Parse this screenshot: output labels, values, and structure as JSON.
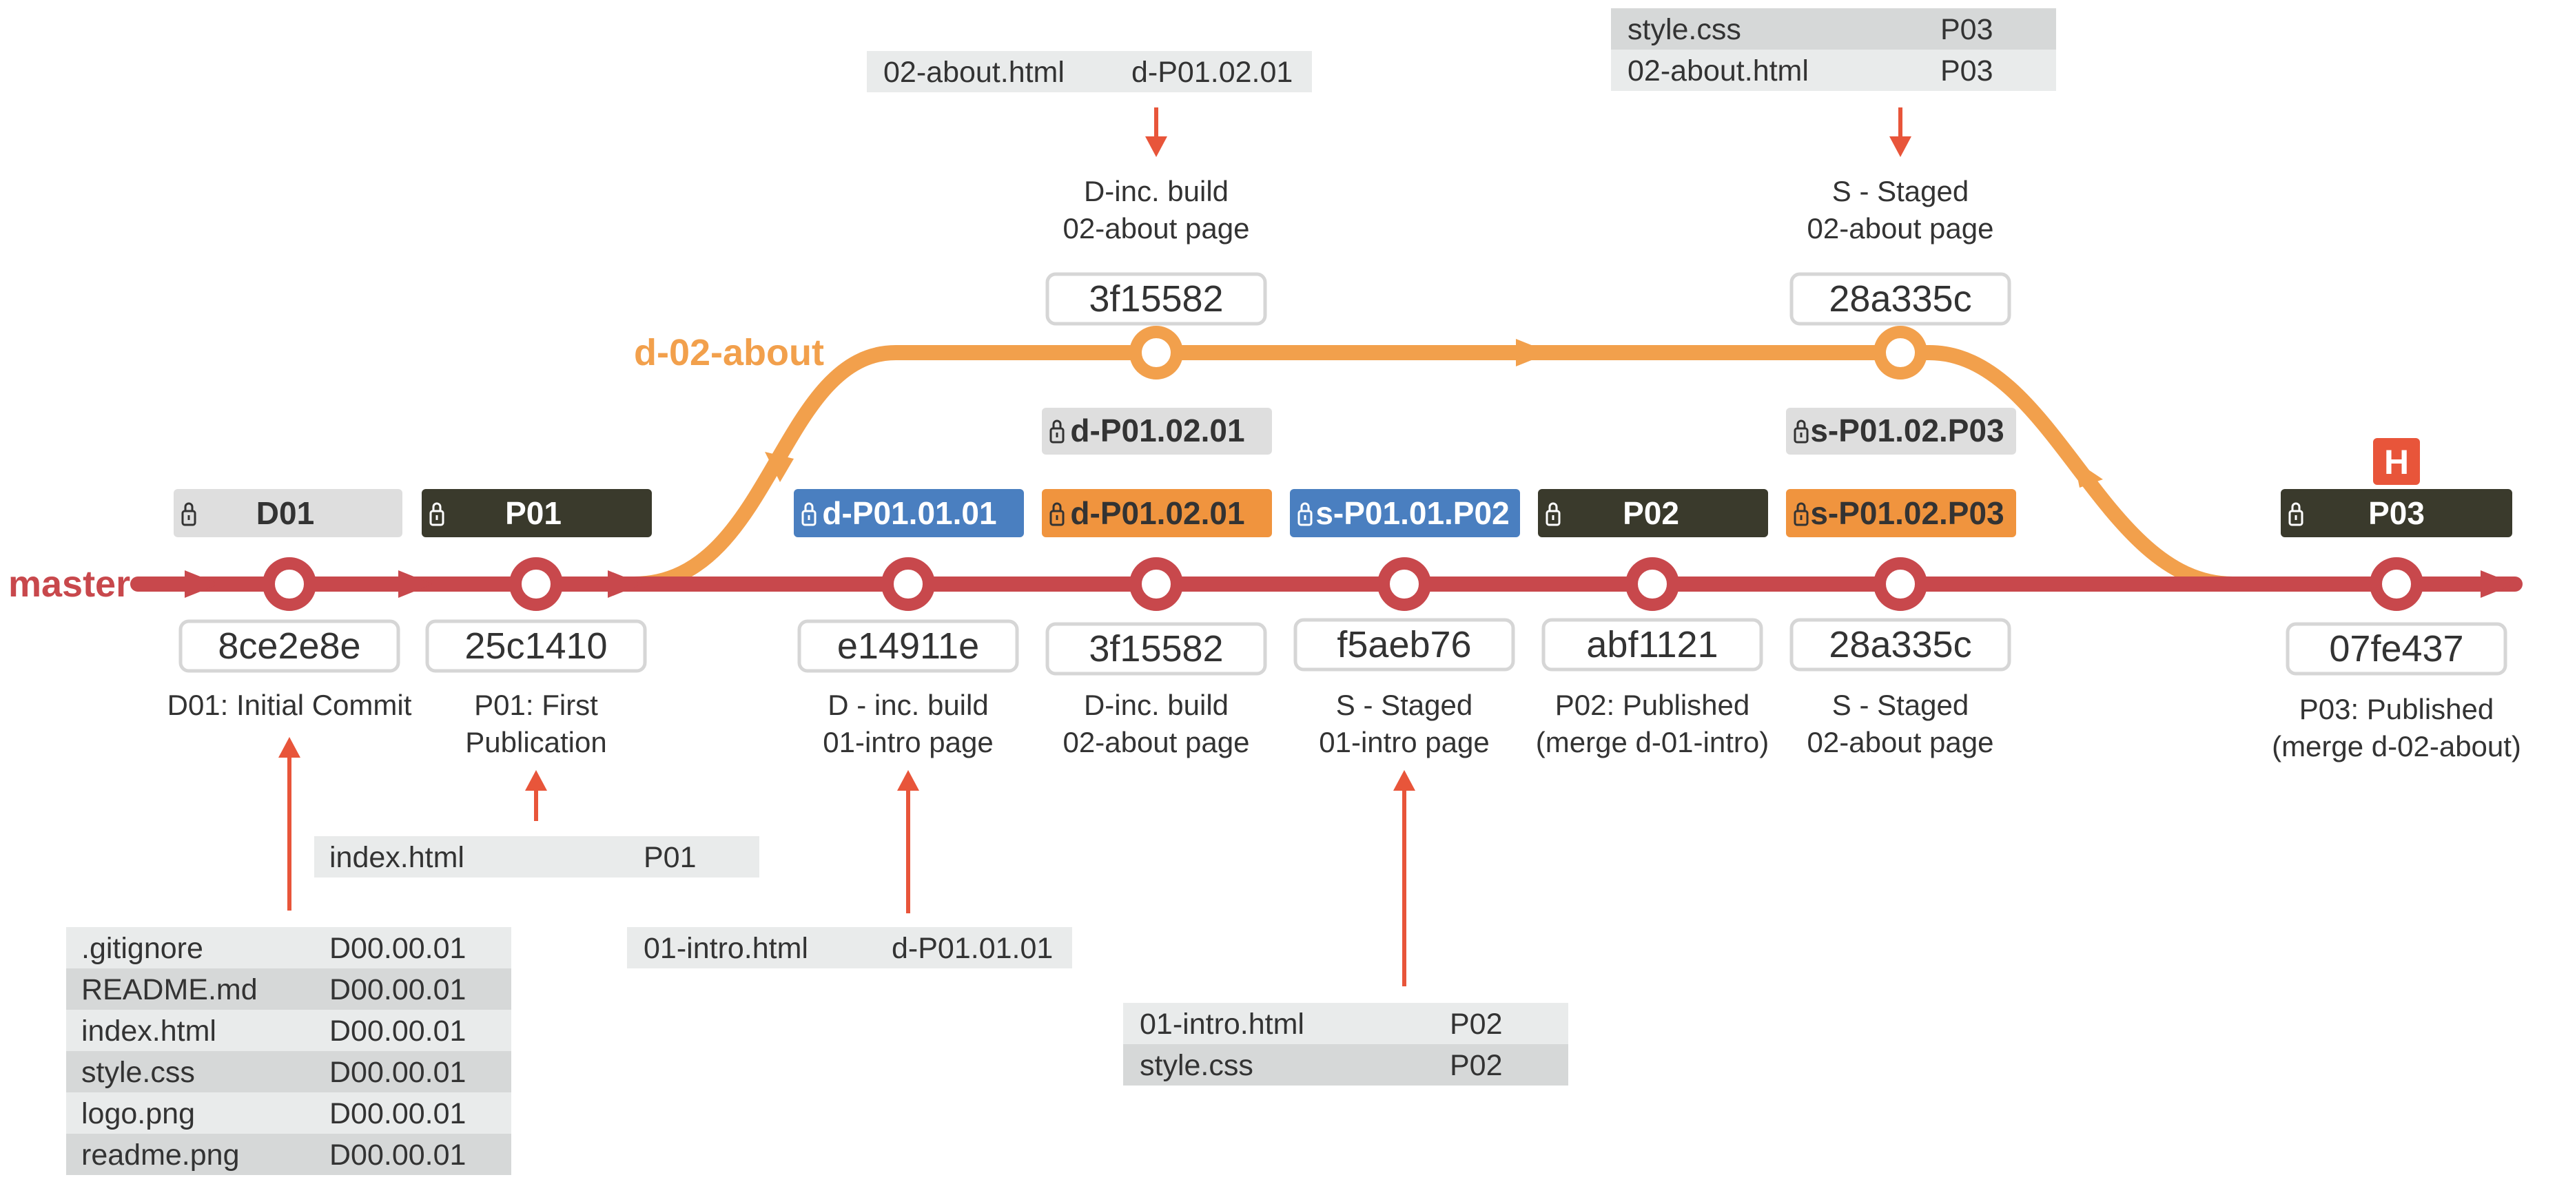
{
  "colors": {
    "master": "#c8484c",
    "branch": "#f2a04c",
    "arrow": "#e8553a",
    "tag_gray": "#dedede",
    "tag_dark": "#3a3a2c",
    "tag_blue": "#4a7fc0",
    "tag_orange": "#f0943e",
    "table_light": "#e9ebeb",
    "table_dark": "#d6d8d8"
  },
  "branches": {
    "master": "master",
    "feature": "d-02-about"
  },
  "commits": [
    {
      "hash": "8ce2e8e",
      "caption": [
        "D01: Initial Commit"
      ]
    },
    {
      "hash": "25c1410",
      "caption": [
        "P01: First",
        "Publication"
      ]
    },
    {
      "hash": "e14911e",
      "caption": [
        "D - inc. build",
        "01-intro page"
      ]
    },
    {
      "hash": "3f15582",
      "caption": [
        "D-inc. build",
        "02-about page"
      ]
    },
    {
      "hash": "f5aeb76",
      "caption": [
        "S - Staged",
        "01-intro page"
      ]
    },
    {
      "hash": "abf1121",
      "caption": [
        "P02: Published",
        "(merge d-01-intro)"
      ]
    },
    {
      "hash": "28a335c",
      "caption": [
        "S - Staged",
        "02-about page"
      ]
    },
    {
      "hash": "07fe437",
      "caption": [
        "P03: Published",
        "(merge d-02-about)"
      ]
    }
  ],
  "branch_commits": [
    {
      "hash": "3f15582",
      "caption": [
        "D-inc. build",
        "02-about page"
      ]
    },
    {
      "hash": "28a335c",
      "caption": [
        "S - Staged",
        "02-about page"
      ]
    }
  ],
  "tags": [
    {
      "label": "D01",
      "style": "gray",
      "icon": "lock-icon"
    },
    {
      "label": "P01",
      "style": "dark",
      "icon": "lock-icon"
    },
    {
      "label": "d-P01.01.01",
      "style": "blue",
      "icon": "lock-icon"
    },
    {
      "label": "d-P01.02.01",
      "style": "orange",
      "icon": "lock-icon"
    },
    {
      "label": "s-P01.01.P02",
      "style": "blue",
      "icon": "lock-icon"
    },
    {
      "label": "P02",
      "style": "dark",
      "icon": "lock-icon"
    },
    {
      "label": "s-P01.02.P03",
      "style": "orange",
      "icon": "lock-icon"
    },
    {
      "label": "P03",
      "style": "dark",
      "icon": "lock-icon"
    },
    {
      "label": "d-P01.02.01",
      "style": "gray",
      "icon": "lock-icon"
    },
    {
      "label": "s-P01.02.P03",
      "style": "gray",
      "icon": "lock-icon"
    }
  ],
  "head_marker": {
    "label": "H",
    "icon": "head-marker-icon"
  },
  "file_tables": [
    {
      "rows": [
        [
          ".gitignore",
          "D00.00.01"
        ],
        [
          "README.md",
          "D00.00.01"
        ],
        [
          "index.html",
          "D00.00.01"
        ],
        [
          "style.css",
          "D00.00.01"
        ],
        [
          "logo.png",
          "D00.00.01"
        ],
        [
          "readme.png",
          "D00.00.01"
        ]
      ]
    },
    {
      "rows": [
        [
          "index.html",
          "P01"
        ]
      ]
    },
    {
      "rows": [
        [
          "01-intro.html",
          "d-P01.01.01"
        ]
      ]
    },
    {
      "rows": [
        [
          "01-intro.html",
          "P02"
        ],
        [
          "style.css",
          "P02"
        ]
      ]
    },
    {
      "rows": [
        [
          "02-about.html",
          "d-P01.02.01"
        ]
      ]
    },
    {
      "rows": [
        [
          "style.css",
          "P03"
        ],
        [
          "02-about.html",
          "P03"
        ]
      ]
    }
  ]
}
